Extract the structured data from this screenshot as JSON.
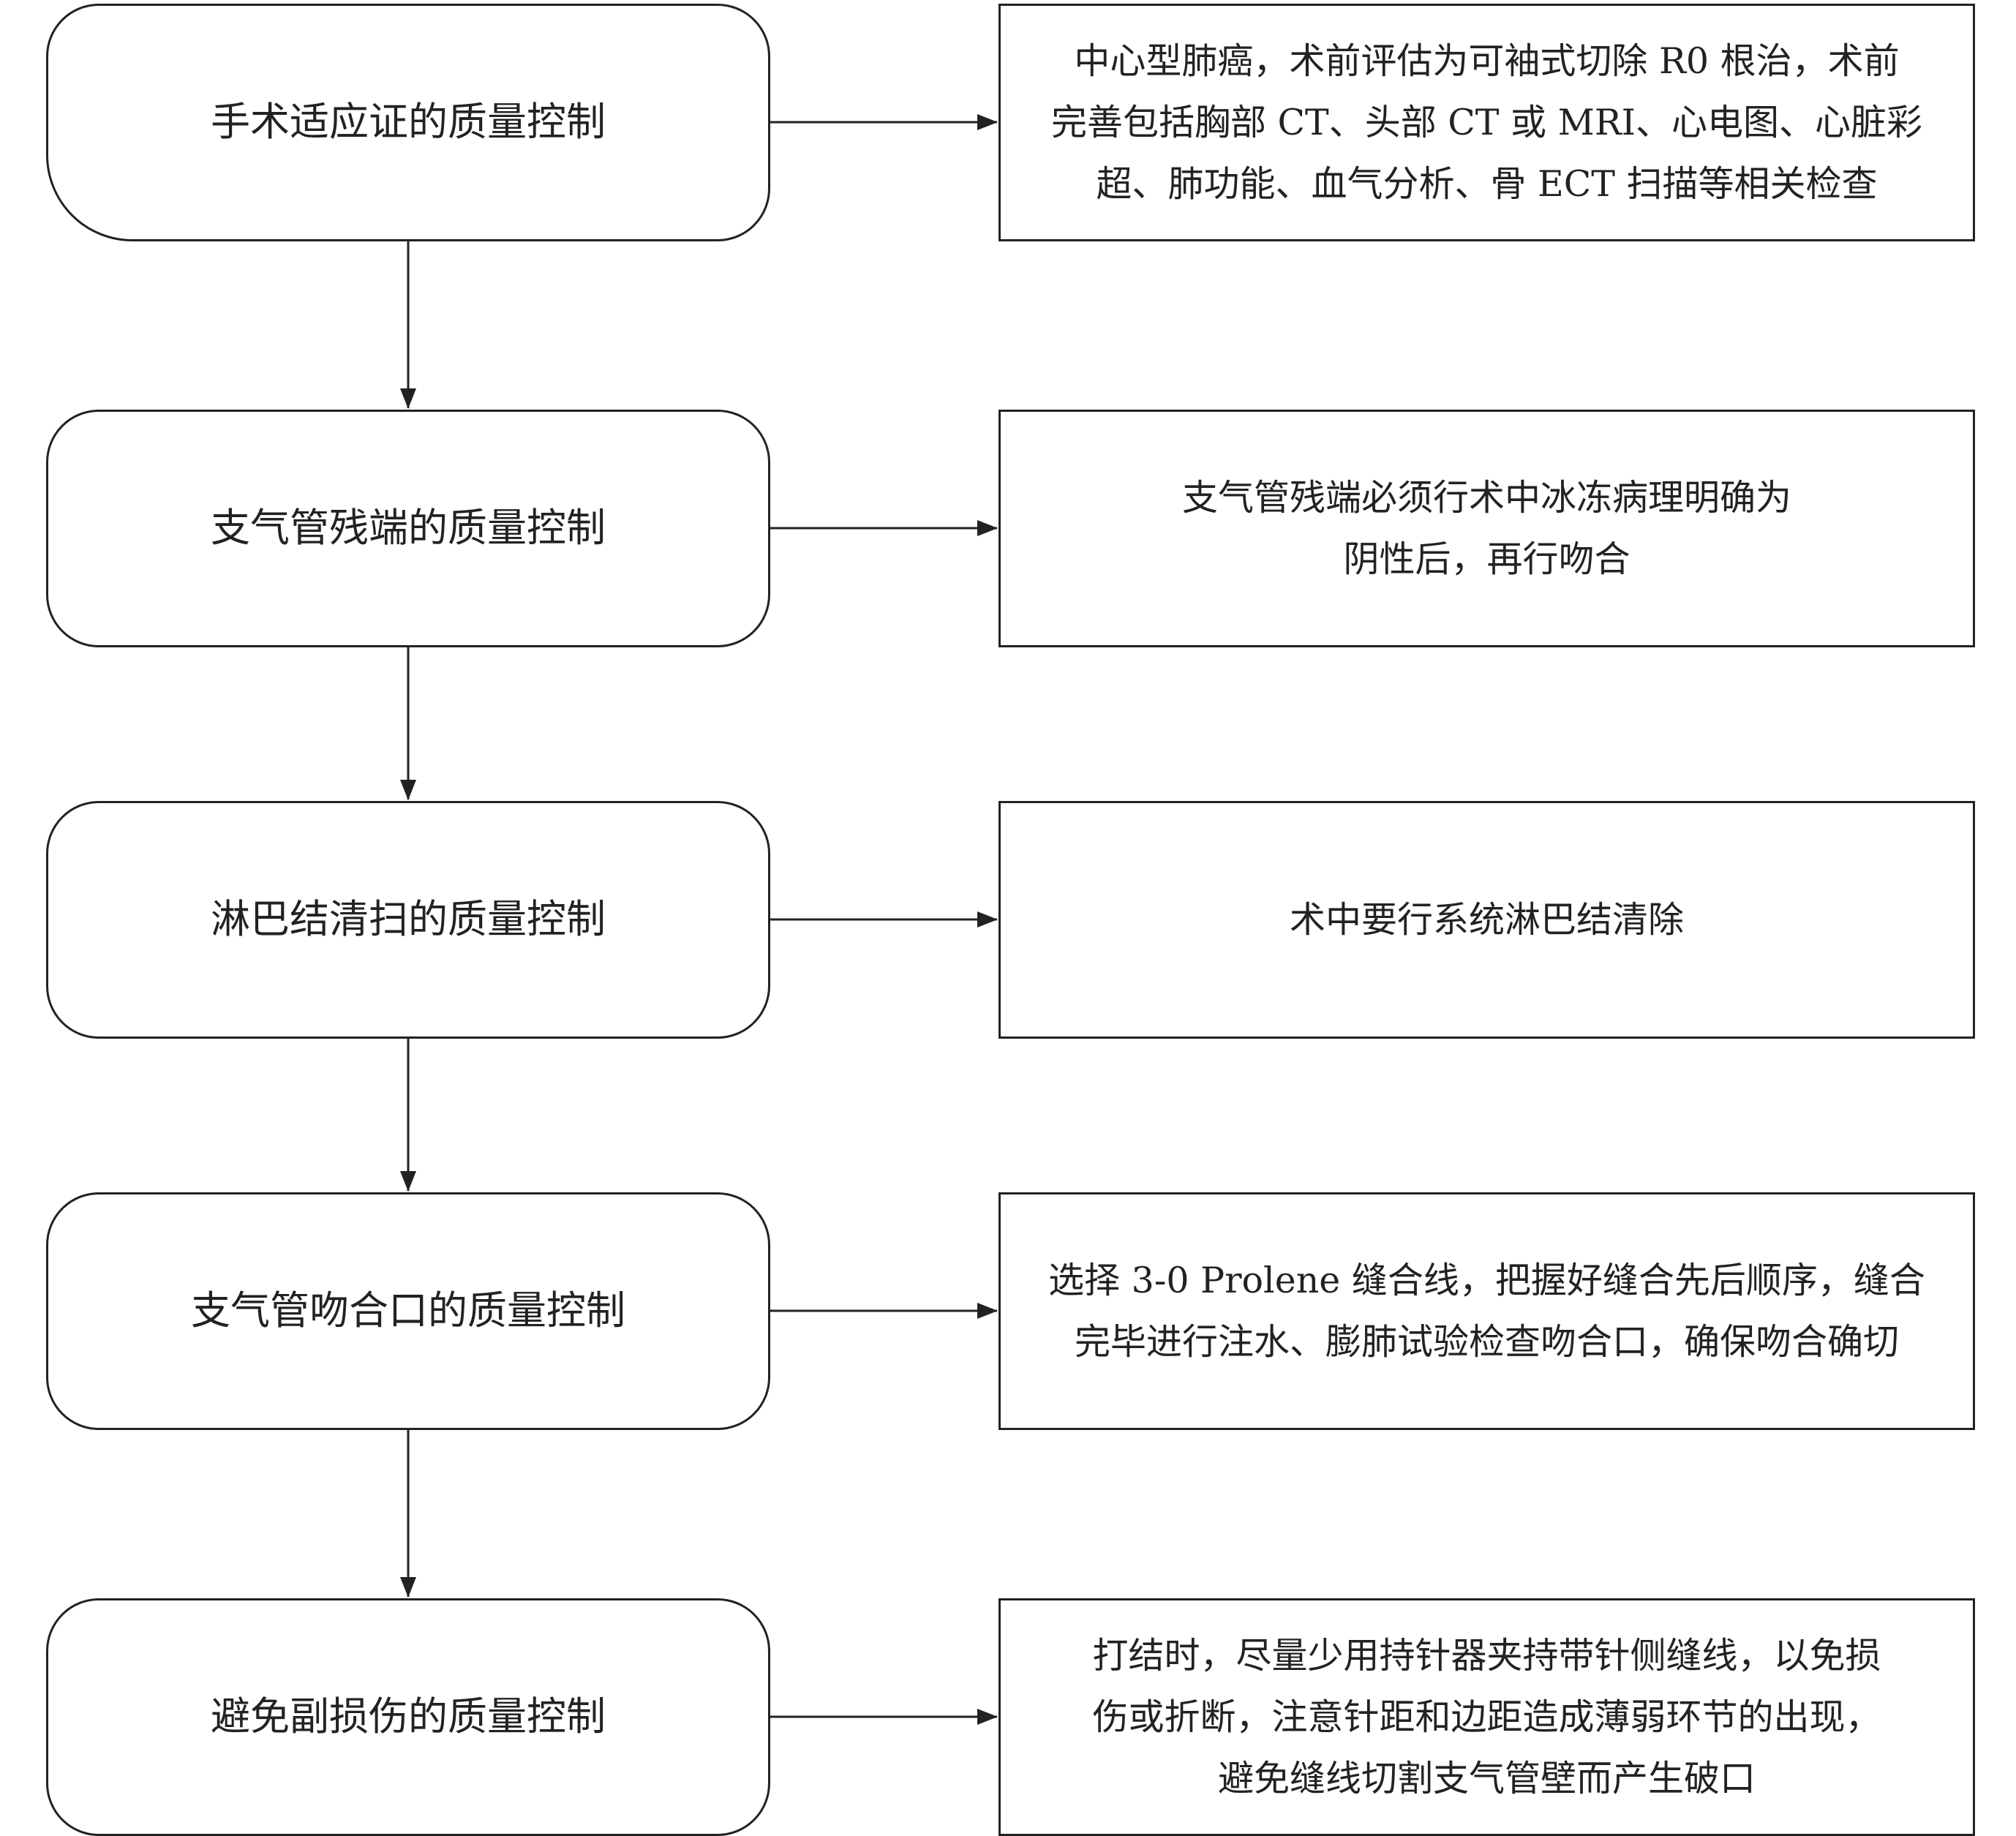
{
  "steps": [
    {
      "label": "手术适应证的质量控制",
      "detail_lines": [
        "中心型肺癌，术前评估为可袖式切除 R0 根治，术前",
        "完善包括胸部 CT、头部 CT 或 MRI、心电图、心脏彩",
        "超、肺功能、血气分析、骨 ECT 扫描等相关检查"
      ]
    },
    {
      "label": "支气管残端的质量控制",
      "detail_lines": [
        "支气管残端必须行术中冰冻病理明确为",
        "阴性后，再行吻合"
      ]
    },
    {
      "label": "淋巴结清扫的质量控制",
      "detail_lines": [
        "术中要行系统淋巴结清除"
      ]
    },
    {
      "label": "支气管吻合口的质量控制",
      "detail_lines": [
        "选择 3-0 Prolene 缝合线，把握好缝合先后顺序，缝合",
        "完毕进行注水、膨肺试验检查吻合口，确保吻合确切"
      ]
    },
    {
      "label": "避免副损伤的质量控制",
      "detail_lines": [
        "打结时，尽量少用持针器夹持带针侧缝线，以免损",
        "伤或折断，注意针距和边距造成薄弱环节的出现，",
        "避免缝线切割支气管壁而产生破口"
      ]
    }
  ],
  "colors": {
    "stroke": "#222222",
    "background": "#ffffff"
  }
}
